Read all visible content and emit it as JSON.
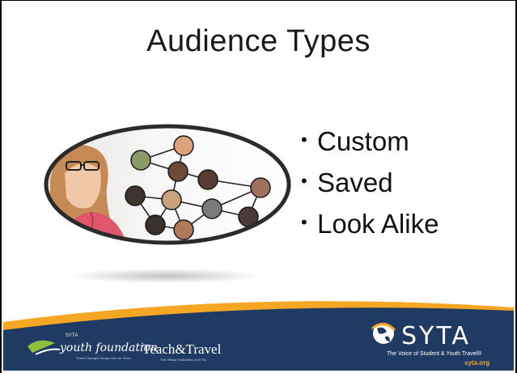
{
  "slide": {
    "title": "Audience Types",
    "bullets": [
      {
        "bullet": "•",
        "text": "Custom"
      },
      {
        "bullet": "•",
        "text": "Saved"
      },
      {
        "bullet": "•",
        "text": "Look Alike"
      }
    ]
  },
  "footer": {
    "foundation_prefix": "SYTA",
    "foundation_name": "youth foundation",
    "foundation_tagline": "Travel Changes Young Lives for Good",
    "teach_travel": "Teach&Travel",
    "teach_travel_sub": "The Official Publication of SYTA",
    "syta_name": "SYTA",
    "syta_tagline": "The Voice of Student & Youth Travel®",
    "syta_url": "syta.org"
  },
  "colors": {
    "footer_navy": "#1f3a63",
    "footer_orange": "#f5a623",
    "footer_green": "#8dbf3f",
    "ellipse_border": "#2b2b2b",
    "network_line": "#222222"
  },
  "icons": [
    "globe-icon",
    "leaf-swoosh-icon",
    "person-photo"
  ]
}
